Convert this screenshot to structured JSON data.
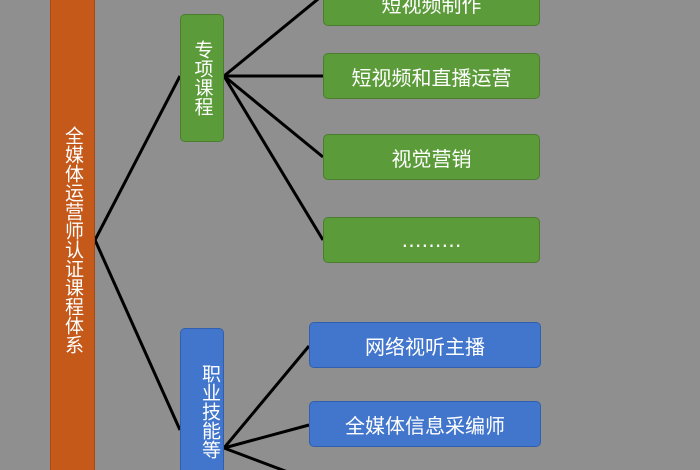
{
  "root": {
    "label": "全媒体运营师认证课程体系"
  },
  "categories": [
    {
      "label": "专项课程",
      "children": [
        "短视频制作",
        "短视频和直播运营",
        "视觉营销",
        "………"
      ]
    },
    {
      "label": "职业技能等",
      "children": [
        "网络视听主播",
        "全媒体信息采编师"
      ]
    }
  ],
  "colors": {
    "background": "#8f8f8f",
    "root": "#c4591a",
    "green": "#5b9b3a",
    "blue": "#4276cc",
    "connector": "#000000"
  }
}
